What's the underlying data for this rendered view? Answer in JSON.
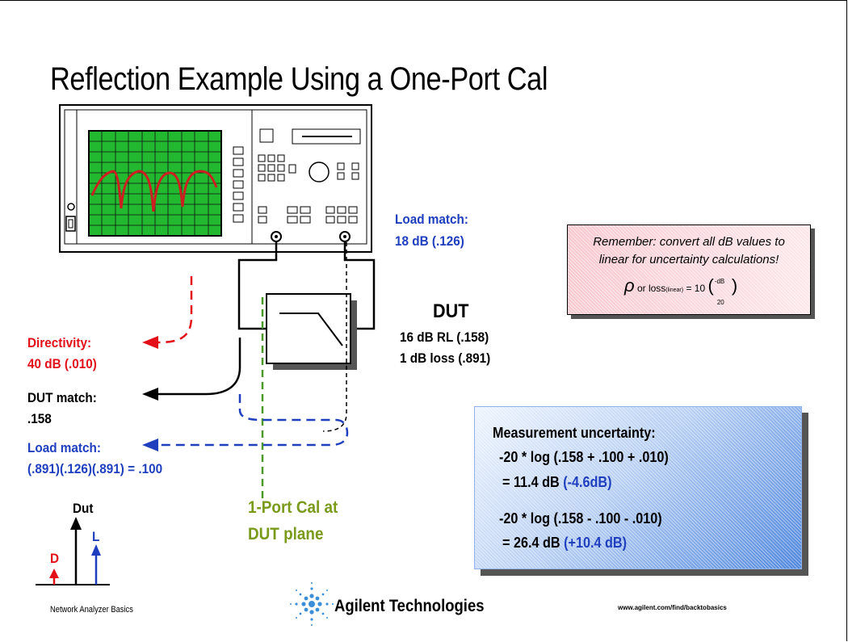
{
  "slide": {
    "title": "Reflection Example Using a One-Port Cal",
    "load_match_top": [
      "Load match:",
      "18 dB (.126)"
    ],
    "dut": {
      "label": "DUT",
      "rl": "16 dB RL (.158)",
      "loss": "1 dB loss  (.891)"
    },
    "directivity": [
      "Directivity:",
      "40 dB (.010)"
    ],
    "dut_match": [
      "DUT match:",
      ".158"
    ],
    "load_match_bottom": [
      "Load match:",
      "(.891)(.126)(.891) = .100"
    ],
    "cal_note": [
      "1-Port Cal at",
      "DUT plane"
    ],
    "vector_labels": {
      "dut": "Dut",
      "l": "L",
      "d": "D"
    },
    "remember": {
      "line1": "Remember: convert all  dB values to",
      "line2": "linear for uncertainty calculations!",
      "formula_rho": "ρ",
      "formula_text": "or loss",
      "formula_sub": "(linear)",
      "formula_eq": "= 10",
      "formula_num": "-dB",
      "formula_den": "20"
    },
    "uncertainty": {
      "heading": "Measurement uncertainty:",
      "expr1": "-20 * log (.158 + .100 + .010)",
      "res1_prefix": "= 11.4 dB",
      "res1_delta": "(-4.6dB)",
      "expr2": "-20 * log (.158 - .100 - .010)",
      "res2_prefix": "= 26.4 dB",
      "res2_delta": "(+10.4 dB)"
    },
    "footer": {
      "left": "Network Analyzer Basics",
      "company": "Agilent Technologies",
      "url": "www.agilent.com/find/backtobasics"
    }
  },
  "colors": {
    "red": "#e3101a",
    "blue": "#1f3fbf",
    "olive": "#7a9a1a",
    "screen": "#22b830"
  }
}
